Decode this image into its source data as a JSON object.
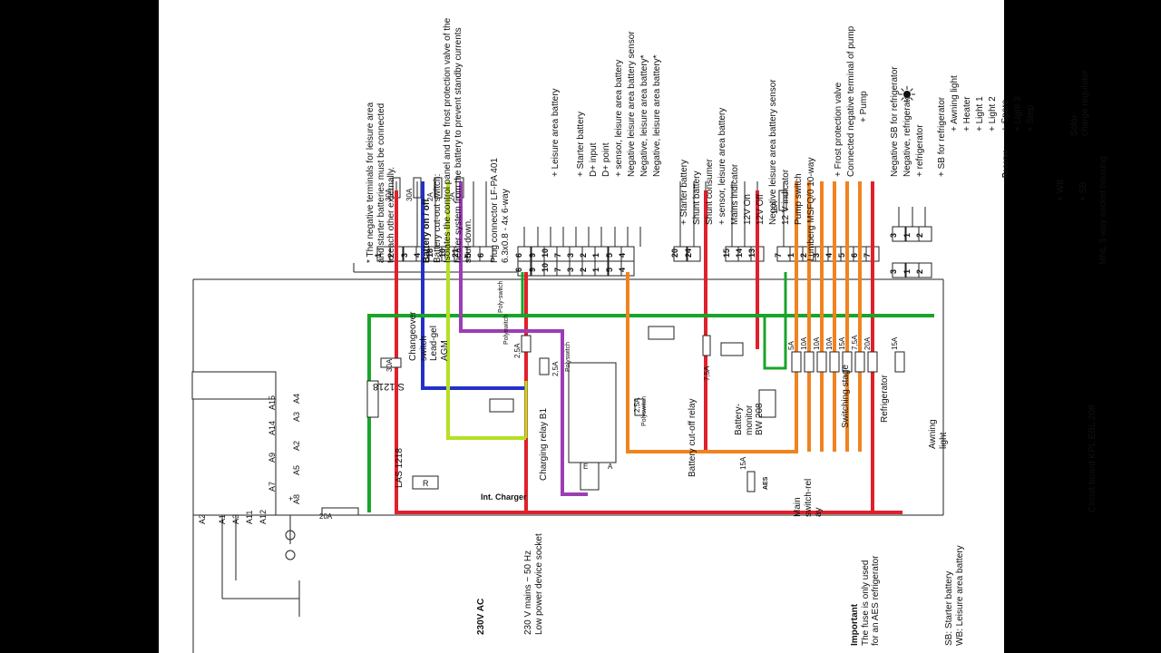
{
  "notes": {
    "asterisk_note": [
      "* The negative terminals for leisure area",
      "and starter batteries must be connected",
      "to each other externally."
    ],
    "battery_title": "Battery on / off",
    "battery_text": [
      "Battery cut-out switch:",
      "Isolates the control panel and the frost protection valve of the",
      "heater system from the battery to prevent standby currents",
      "shut-down."
    ],
    "plug_connector": [
      "Plug connector LF-PA 401",
      "6.3x0.8 - 4x 6-way"
    ],
    "mains": [
      "230 V mains ~ 50 Hz",
      "Low power device socket"
    ],
    "ac_label": "230V AC",
    "important_title": "Important",
    "important_text": [
      "The fuse is only used",
      "for an AES refrigerator"
    ],
    "abbrev": [
      "SB:  Starter battery",
      "WB: Leisure area battery"
    ],
    "circuit_board": "Circuit board KPL EBL 208",
    "mnl": "MNL 3-way socket housing",
    "solar": [
      "Solar-",
      "charge regulator"
    ]
  },
  "top_labels": {
    "plugA": [
      "+ Leisure area battery",
      "+ Starter battery",
      "D+ input",
      "D+ point",
      "+ sensor, leisure area battery",
      "Negative leisure area battery sensor",
      "Negative, leisure area battery*",
      "Negative, leisure area battery*"
    ],
    "plugB": [
      "+ Starter battery",
      "Shunt battery",
      "Shunt consumer",
      "+ sensor, leisure area battery",
      "Mains indicator",
      "12V On",
      "12V Off",
      "Negative leisure area battery sensor",
      "12 V indicator",
      "Pump switch",
      "Lumberg MSFQ/0 10-way"
    ],
    "plugC": [
      "+ Frost protection valve",
      "Connected negative terminal of pump",
      "+ Pump"
    ],
    "plugD": [
      "Negative SB for refrigerator",
      "Negative, refrigerator",
      "+ refrigerator"
    ],
    "plugE": [
      "+ SB for refrigerator",
      "+ Awning light",
      "+ Heater",
      "+ Light 1",
      "+ Light 2",
      "+ Spare",
      "+ Light 3",
      "+ Step"
    ],
    "plugF": [
      "+ WB",
      "+ SB"
    ],
    "reserve": "Reserve"
  },
  "pins": {
    "a": [
      "1",
      "2",
      "3",
      "4",
      "18",
      "10",
      "21",
      "5",
      "6"
    ],
    "b": [
      "6",
      "9",
      "10",
      "7",
      "3",
      "2",
      "1",
      "5",
      "4"
    ],
    "c": [
      "20",
      "24"
    ],
    "d": [
      "15",
      "14",
      "13"
    ],
    "e": [
      "7",
      "1",
      "2",
      "3",
      "4",
      "5",
      "6",
      "7"
    ],
    "f": [
      "3",
      "1",
      "2"
    ]
  },
  "fuses": {
    "f30a_1": "30A",
    "f30a_2": "30A",
    "f2a_1": "2A",
    "f2a_2": "2A",
    "f15a_top": "15A",
    "row": [
      "5A",
      "10A",
      "10A",
      "10A",
      "15A",
      "7,5A",
      "20A",
      "15A"
    ],
    "f30a_mid": "30A",
    "f2_5a": "2,5A",
    "f2_5a_b": "2,5A",
    "polyswitch": "Polyswitch",
    "poly_switch": "Poly-switch",
    "f7_5a": "7,5A",
    "f15a_aes": "15A",
    "f20a": "20A",
    "f2_5a_c": "2,5A"
  },
  "components": {
    "changeover": [
      "Changeover",
      "switch",
      "Lead-gel",
      "AGM"
    ],
    "s1218": "S 1218",
    "las": "LAS 1218",
    "a_pins": [
      "A4",
      "A3",
      "A15",
      "A14",
      "A2",
      "A9",
      "A5",
      "A7",
      "A8"
    ],
    "a_bottom": [
      "A2",
      "A1",
      "A3",
      "A11",
      "A12"
    ],
    "charging_relay": "Charging relay B1",
    "cutoff_relay": "Battery cut-off relay",
    "battery_monitor": [
      "Battery-",
      "monitor",
      "BW 208"
    ],
    "main_switch": [
      "Main",
      "switch-rel",
      "ay"
    ],
    "switching_stage": "Switching stage",
    "refrigerator": "Refrigerator",
    "awning": [
      "Awning",
      "light"
    ],
    "int_charger": "Int. Charger",
    "r_label": "R",
    "aes": "AES",
    "e_label": "E",
    "a_label": "A",
    "plus": "+"
  }
}
